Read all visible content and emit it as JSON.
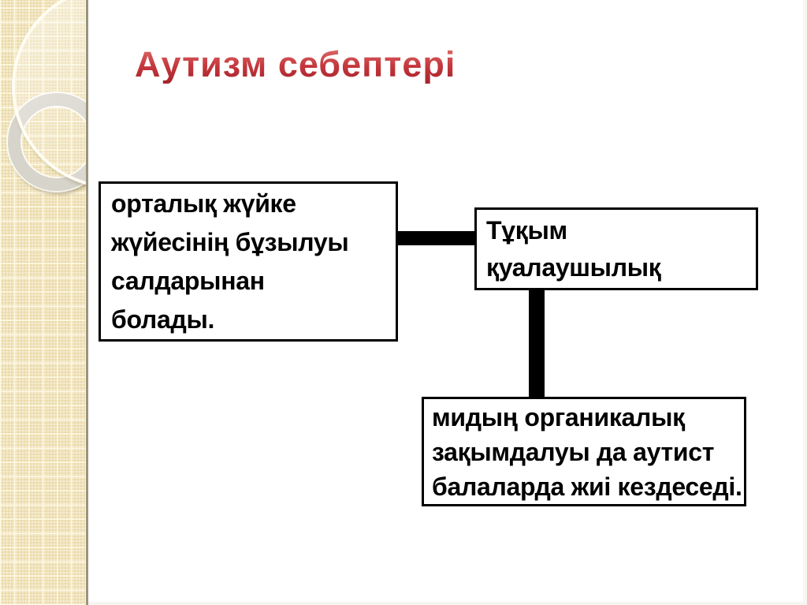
{
  "slide": {
    "title": "Аутизм себептері"
  },
  "diagram": {
    "boxes": [
      {
        "name": "cause-cns-disorder",
        "lines": [
          "орталық жүйке",
          "жүйесінің бұзылуы",
          "салдарынан",
          "болады."
        ]
      },
      {
        "name": "heredity",
        "lines": [
          "Тұқым",
          "қуалаушылық"
        ]
      },
      {
        "name": "organic-brain-damage",
        "lines": [
          "мидың органикалық",
          "зақымдалуы да аутист",
          "балаларда жиі кездеседі."
        ]
      }
    ]
  },
  "colors": {
    "title_red": "#c5383e",
    "title_red_light": "#e0716d",
    "title_red_dark": "#a5232a",
    "text_black": "#000000",
    "box_bg": "#ffffff",
    "box_border": "#000000",
    "connector_black": "#000000",
    "sidebar_beige": "#ead9a6",
    "sidebar_border": "#9a947d",
    "ring_gray": "#d7d4cb"
  }
}
